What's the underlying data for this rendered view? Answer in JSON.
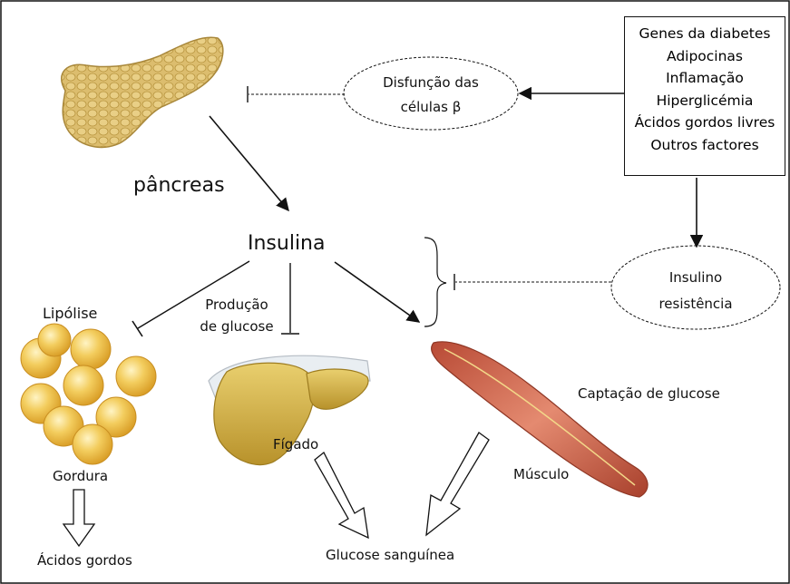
{
  "diagram": {
    "pancreas_label": "pâncreas",
    "insulin_label": "Insulina",
    "lipolysis_label": "Lipólise",
    "glucose_production_line1": "Produção",
    "glucose_production_line2": "de glucose",
    "fat_label": "Gordura",
    "fatty_acids_label": "Ácidos gordos",
    "liver_label": "Fígado",
    "muscle_label": "Músculo",
    "glucose_uptake_label": "Captação de glucose",
    "blood_glucose_label": "Glucose sanguínea",
    "beta_dysfunction_line1": "Disfunção das",
    "beta_dysfunction_line2": "células β",
    "insulin_resistance_line1": "Insulino",
    "insulin_resistance_line2": "resistência",
    "factors": [
      "Genes da diabetes",
      "Adipocinas",
      "Inflamação",
      "Hiperglicémia",
      "Ácidos gordos livres",
      "Outros factores"
    ]
  },
  "colors": {
    "fat_cell": "#f0c24a",
    "pancreas": "#d9b96a",
    "liver": "#d7b446",
    "muscle": "#c9624a"
  }
}
